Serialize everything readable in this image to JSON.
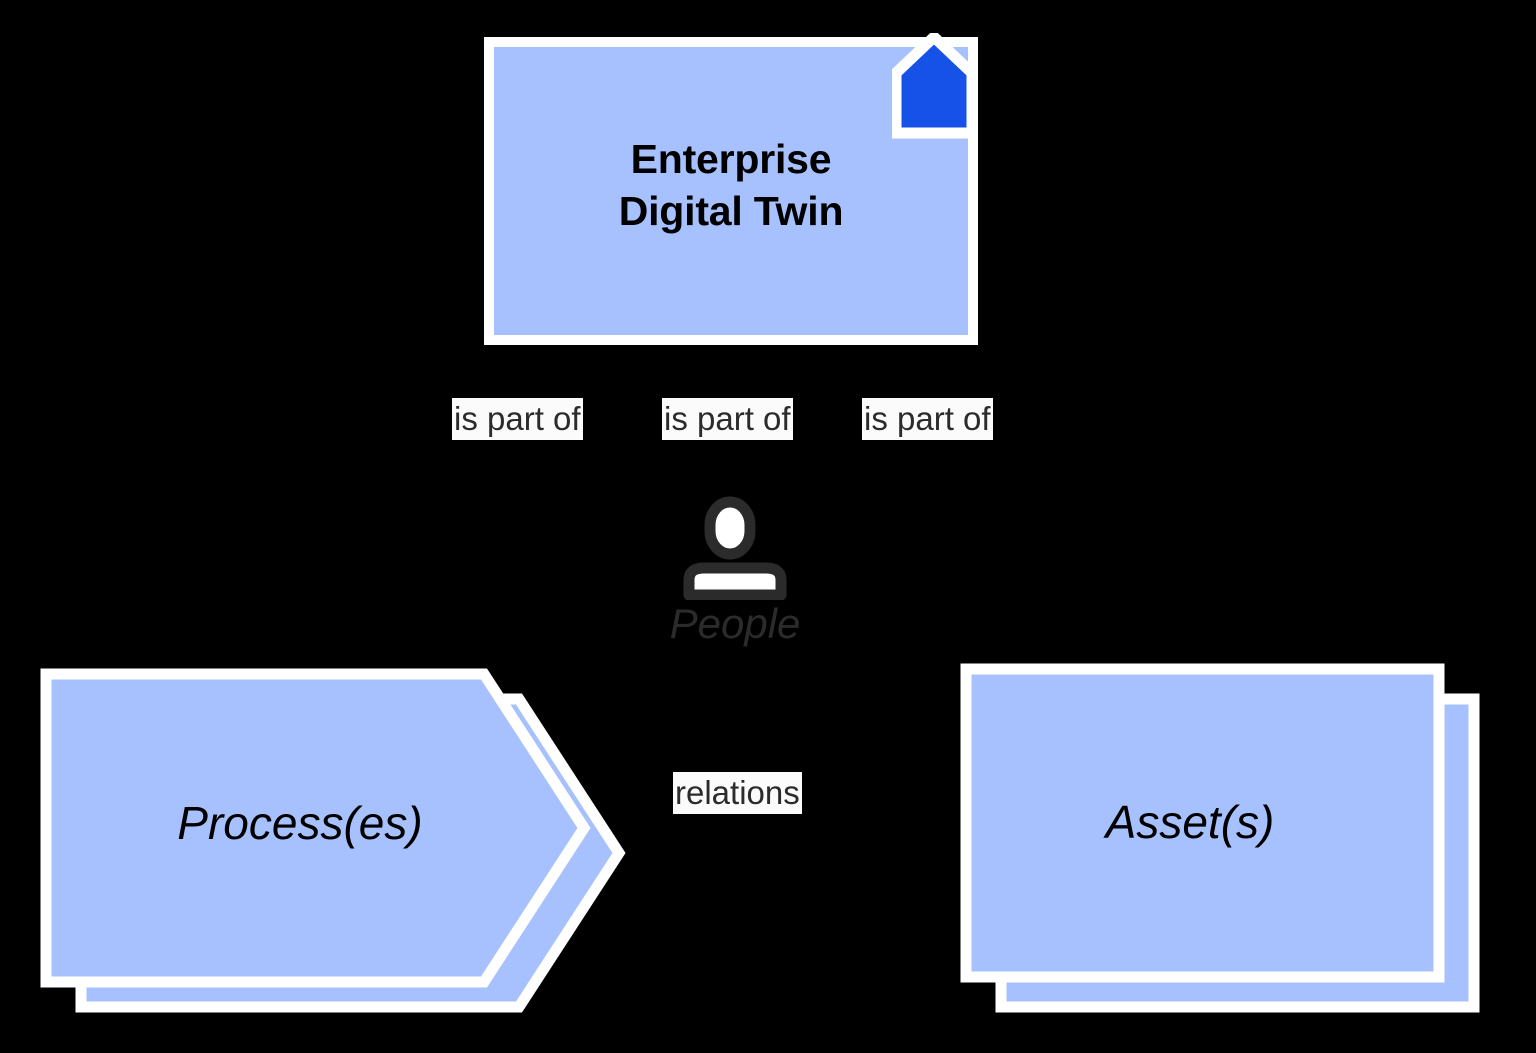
{
  "diagram": {
    "title": "Enterprise Digital Twin composition diagram",
    "background_color": "#000000",
    "node_fill": "#A7C1FE",
    "node_border": "#FFFFFF",
    "icon_accent": "#1652E8",
    "label_bg": "#FBFBFB",
    "label_text_color": "#2B2B2B"
  },
  "nodes": {
    "enterprise_digital_twin": {
      "title_line1": "Enterprise",
      "title_line2": "Digital Twin",
      "icon": "house-icon"
    },
    "people": {
      "label": "People",
      "icon": "person-actor-icon"
    },
    "process": {
      "label": "Process(es)",
      "shape": "stacked-arrow"
    },
    "asset": {
      "label": "Asset(s)",
      "shape": "stacked-rectangle"
    }
  },
  "edges": [
    {
      "id": "edge-process-part-of-edt",
      "label": "is part of",
      "from": "enterprise_digital_twin",
      "to": "process"
    },
    {
      "id": "edge-people-part-of-edt",
      "label": "is part of",
      "from": "enterprise_digital_twin",
      "to": "people"
    },
    {
      "id": "edge-asset-part-of-edt",
      "label": "is part of",
      "from": "enterprise_digital_twin",
      "to": "asset"
    },
    {
      "id": "edge-process-asset-relations",
      "label": "relations",
      "from": "process",
      "to": "asset"
    }
  ]
}
